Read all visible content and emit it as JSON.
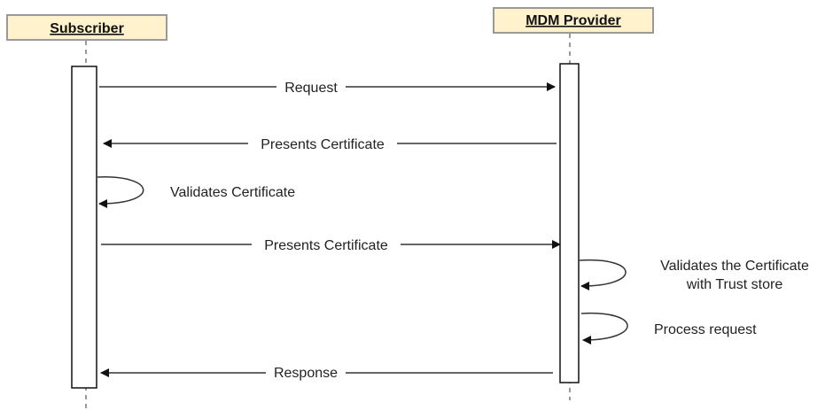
{
  "actors": {
    "subscriber": {
      "name": "Subscriber"
    },
    "mdm_provider": {
      "name": "MDM Provider"
    }
  },
  "messages": {
    "request": "Request",
    "presents_certificate_from_provider": "Presents Certificate",
    "validates_certificate": "Validates Certificate",
    "presents_certificate_from_subscriber": "Presents Certificate",
    "validates_trust_store_line1": "Validates the Certificate",
    "validates_trust_store_line2": "with Trust store",
    "process_request": "Process request",
    "response": "Response"
  },
  "colors": {
    "actor_fill": "#fff2cc",
    "actor_stroke": "#999999",
    "lifeline": "#999999",
    "line": "#333333"
  }
}
